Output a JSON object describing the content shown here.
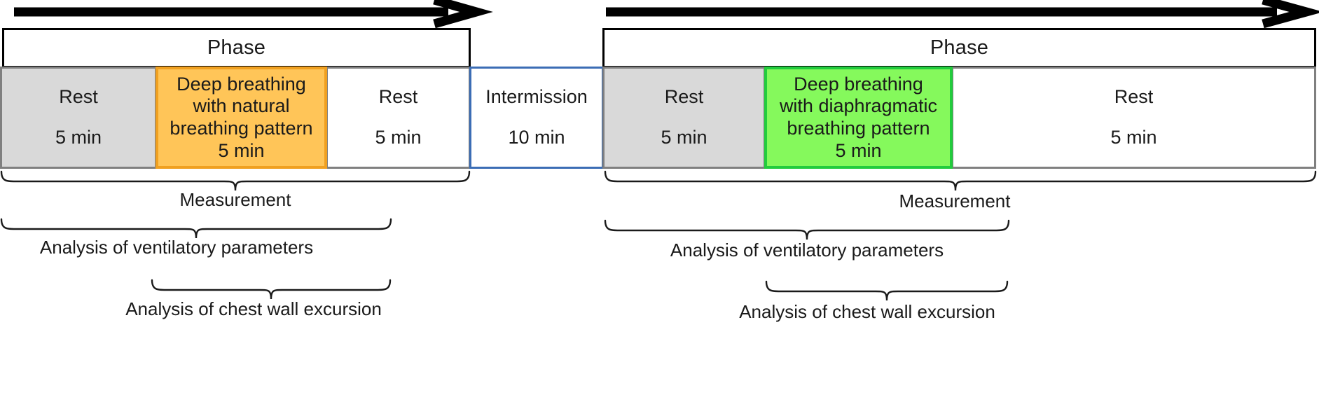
{
  "figure": {
    "kind": "study-protocol-timeline",
    "time_arrows": [
      {
        "name": "time-arrow-left",
        "direction": "right"
      },
      {
        "name": "time-arrow-right",
        "direction": "right"
      }
    ]
  },
  "blocks": [
    {
      "id": "block-1",
      "phase_label": "Phase",
      "segments": [
        {
          "id": "seg-rest-1",
          "style": "rest",
          "title": "Rest",
          "duration": "5 min"
        },
        {
          "id": "seg-db-1",
          "style": "highlight-orange",
          "title": "Deep breathing with natural breathing pattern",
          "title_lines": [
            "Deep breathing",
            "with natural",
            "breathing pattern"
          ],
          "duration": "5 min"
        },
        {
          "id": "seg-rest-2",
          "style": "plain",
          "title": "Rest",
          "duration": "5 min"
        }
      ],
      "braces": [
        {
          "id": "brace-measurement-1",
          "label": "Measurement"
        },
        {
          "id": "brace-ventilatory-1",
          "label": "Analysis of ventilatory parameters"
        },
        {
          "id": "brace-chestwall-1",
          "label": "Analysis of chest wall excursion"
        }
      ]
    },
    {
      "id": "block-intermission",
      "segments": [
        {
          "id": "seg-intermission",
          "style": "intermission",
          "title": "Intermission",
          "duration": "10 min"
        }
      ]
    },
    {
      "id": "block-2",
      "phase_label": "Phase",
      "segments": [
        {
          "id": "seg-rest-3",
          "style": "rest",
          "title": "Rest",
          "duration": "5 min"
        },
        {
          "id": "seg-db-2",
          "style": "highlight-green",
          "title": "Deep breathing with diaphragmatic breathing pattern",
          "title_lines": [
            "Deep breathing",
            "with diaphragmatic",
            "breathing pattern"
          ],
          "duration": "5 min"
        },
        {
          "id": "seg-rest-4",
          "style": "plain",
          "title": "Rest",
          "duration": "5 min"
        }
      ],
      "braces": [
        {
          "id": "brace-measurement-2",
          "label": "Measurement"
        },
        {
          "id": "brace-ventilatory-2",
          "label": "Analysis of ventilatory parameters"
        },
        {
          "id": "brace-chestwall-2",
          "label": "Analysis of chest wall excursion"
        }
      ]
    }
  ],
  "colors": {
    "rest_fill": "#d9d9d9",
    "segment_border": "#808080",
    "intermission_border": "#3b6db5",
    "natural_fill": "#ffc558",
    "natural_border": "#f0a020",
    "diaphragmatic_fill": "#85f95c",
    "diaphragmatic_border": "#22cc3d",
    "phase_border": "#000000",
    "text": "#1a1a1a"
  }
}
